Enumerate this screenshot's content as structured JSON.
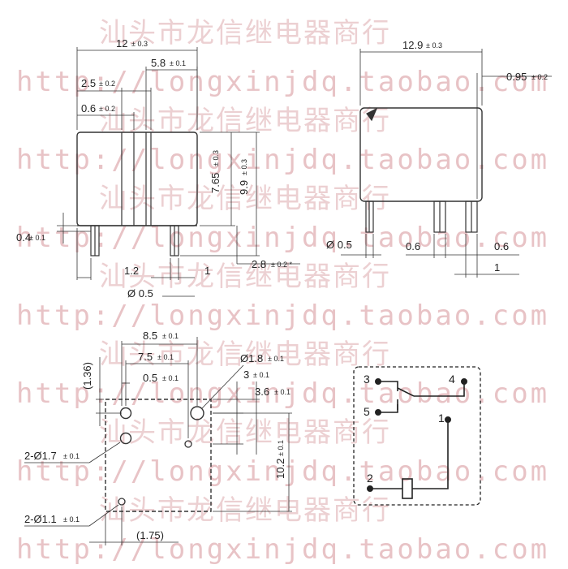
{
  "watermark": {
    "url": "http://longxinjdq.taobao.com",
    "shop": "汕头市龙信继电器商行"
  },
  "front_view": {
    "width": "12",
    "width_tol": "± 0.3",
    "slot_offset": "5.8",
    "slot_offset_tol": "± 0.1",
    "slot_width": "2.5",
    "slot_width_tol": "± 0.2",
    "slot_wall": "0.6",
    "slot_wall_tol": "± 0.2",
    "body_height": "7.65",
    "body_height_tol": "± 0.3",
    "total_height": "9.9",
    "total_height_tol": "± 0.3",
    "standoff": "0.4",
    "standoff_tol": "± 0.1",
    "pin_left": "1.2",
    "pin_right": "1",
    "pin_length": "2.8",
    "pin_length_tol": "± 0.2 *",
    "pin_dia": "Ø 0.5"
  },
  "side_view": {
    "width": "12.9",
    "width_tol": "± 0.3",
    "offset": "0.95",
    "offset_tol": "± 0.2",
    "pin_dia": "Ø 0.5",
    "pin_thick_a": "0.6",
    "pin_thick_b": "0.6",
    "pin_width": "1"
  },
  "pcb_layout": {
    "d_8_5": "8.5",
    "d_8_5_tol": "± 0.1",
    "d_7_5": "7.5",
    "d_7_5_tol": "± 0.1",
    "d_0_5": "0.5",
    "d_0_5_tol": "± 0.1",
    "d_1_36": "(1.36)",
    "hole_big": "Ø1.8",
    "hole_big_tol": "± 0.1",
    "d_3": "3",
    "d_3_tol": "± 0.1",
    "d_3_6": "3.6",
    "d_3_6_tol": "± 0.1",
    "d_10_2": "10.2",
    "d_10_2_tol": "± 0.1",
    "holes_17": "2-Ø1.7",
    "holes_17_tol": "± 0.1",
    "holes_11": "2-Ø1.1",
    "holes_11_tol": "± 0.1",
    "d_1_75": "(1.75)"
  },
  "schematic": {
    "pins": [
      "1",
      "2",
      "3",
      "4",
      "5"
    ]
  }
}
